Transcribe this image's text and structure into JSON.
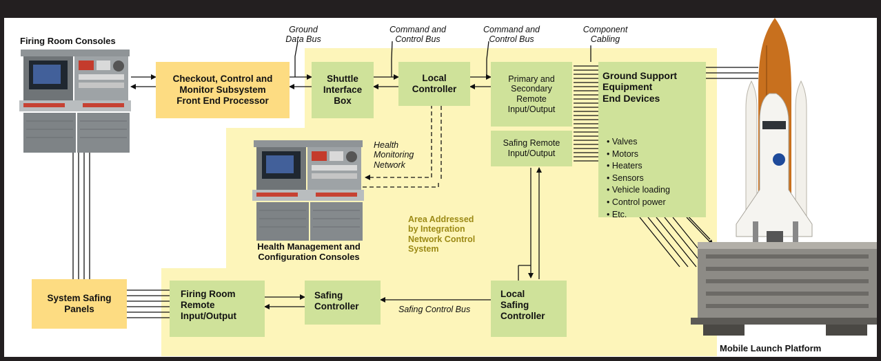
{
  "diagram": {
    "consoles": {
      "firing_room_title": "Firing Room Consoles",
      "health_title_line1": "Health Management and",
      "health_title_line2": "Configuration Consoles"
    },
    "boxes": {
      "checkout_line1": "Checkout, Control and",
      "checkout_line2": "Monitor Subsystem",
      "checkout_line3": "Front End Processor",
      "shuttle_line1": "Shuttle",
      "shuttle_line2": "Interface",
      "shuttle_line3": "Box",
      "local_line1": "Local",
      "local_line2": "Controller",
      "primary_line1": "Primary and",
      "primary_line2": "Secondary",
      "primary_line3": "Remote",
      "primary_line4": "Input/Output",
      "safing_remote_line1": "Safing Remote",
      "safing_remote_line2": "Input/Output",
      "gse_line1": "Ground Support",
      "gse_line2": "Equipment",
      "gse_line3": "End Devices",
      "gse_items": [
        "Valves",
        "Motors",
        "Heaters",
        "Sensors",
        "Vehicle loading",
        "Control power",
        "Etc."
      ],
      "system_safing_line1": "System Safing",
      "system_safing_line2": "Panels",
      "frrio_line1": "Firing Room",
      "frrio_line2": "Remote",
      "frrio_line3": "Input/Output",
      "safing_ctrl_line1": "Safing",
      "safing_ctrl_line2": "Controller",
      "local_safing_line1": "Local",
      "local_safing_line2": "Safing",
      "local_safing_line3": "Controller"
    },
    "buses": {
      "ground_data_line1": "Ground",
      "ground_data_line2": "Data Bus",
      "cmd1_line1": "Command and",
      "cmd1_line2": "Control Bus",
      "cmd2_line1": "Command and",
      "cmd2_line2": "Control Bus",
      "cabling_line1": "Component",
      "cabling_line2": "Cabling",
      "health_net_line1": "Health",
      "health_net_line2": "Monitoring",
      "health_net_line3": "Network",
      "safing_bus": "Safing Control Bus"
    },
    "area": {
      "line1": "Area Addressed",
      "line2": "by Integration",
      "line3": "Network Control",
      "line4": "System"
    },
    "platform_label": "Mobile Launch Platform",
    "colors": {
      "frame": "#231f20",
      "highlight_area": "#fdf5ba",
      "green_box": "#cfe29a",
      "orange_box": "#fddc82",
      "area_text": "#9c8a16"
    }
  }
}
